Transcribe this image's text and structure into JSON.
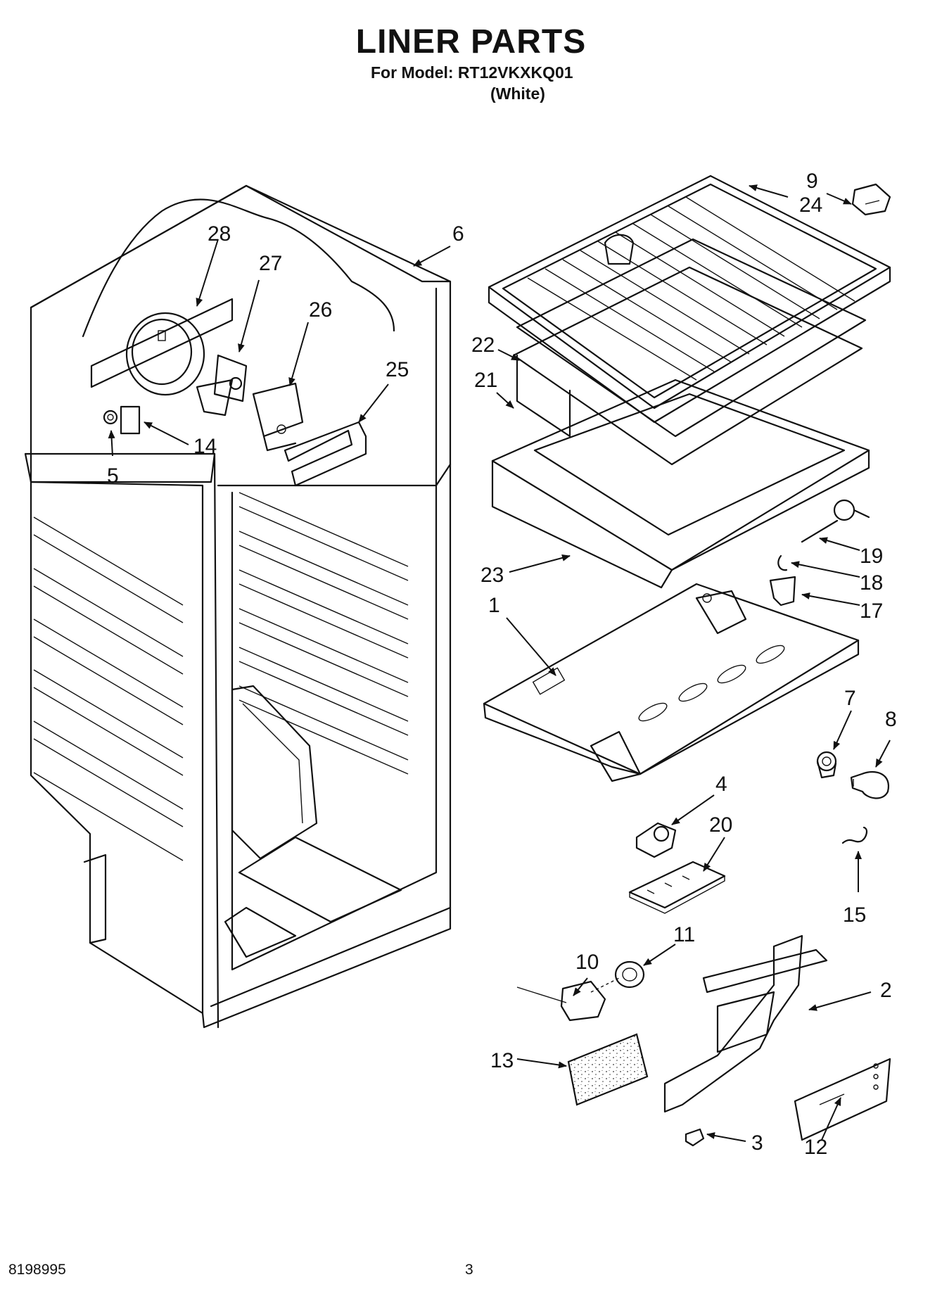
{
  "header": {
    "title": "LINER PARTS",
    "model_line": "For Model: RT12VKXKQ01",
    "variant": "(White)"
  },
  "footer": {
    "doc_number": "8198995",
    "page_number": "3"
  },
  "callouts": {
    "c1": "1",
    "c2": "2",
    "c3": "3",
    "c4": "4",
    "c5": "5",
    "c6": "6",
    "c7": "7",
    "c8": "8",
    "c9": "9",
    "c10": "10",
    "c11": "11",
    "c12": "12",
    "c13": "13",
    "c14": "14",
    "c15": "15",
    "c17": "17",
    "c18": "18",
    "c19": "19",
    "c20": "20",
    "c21": "21",
    "c22": "22",
    "c23": "23",
    "c24": "24",
    "c25": "25",
    "c26": "26",
    "c27": "27",
    "c28": "28"
  }
}
